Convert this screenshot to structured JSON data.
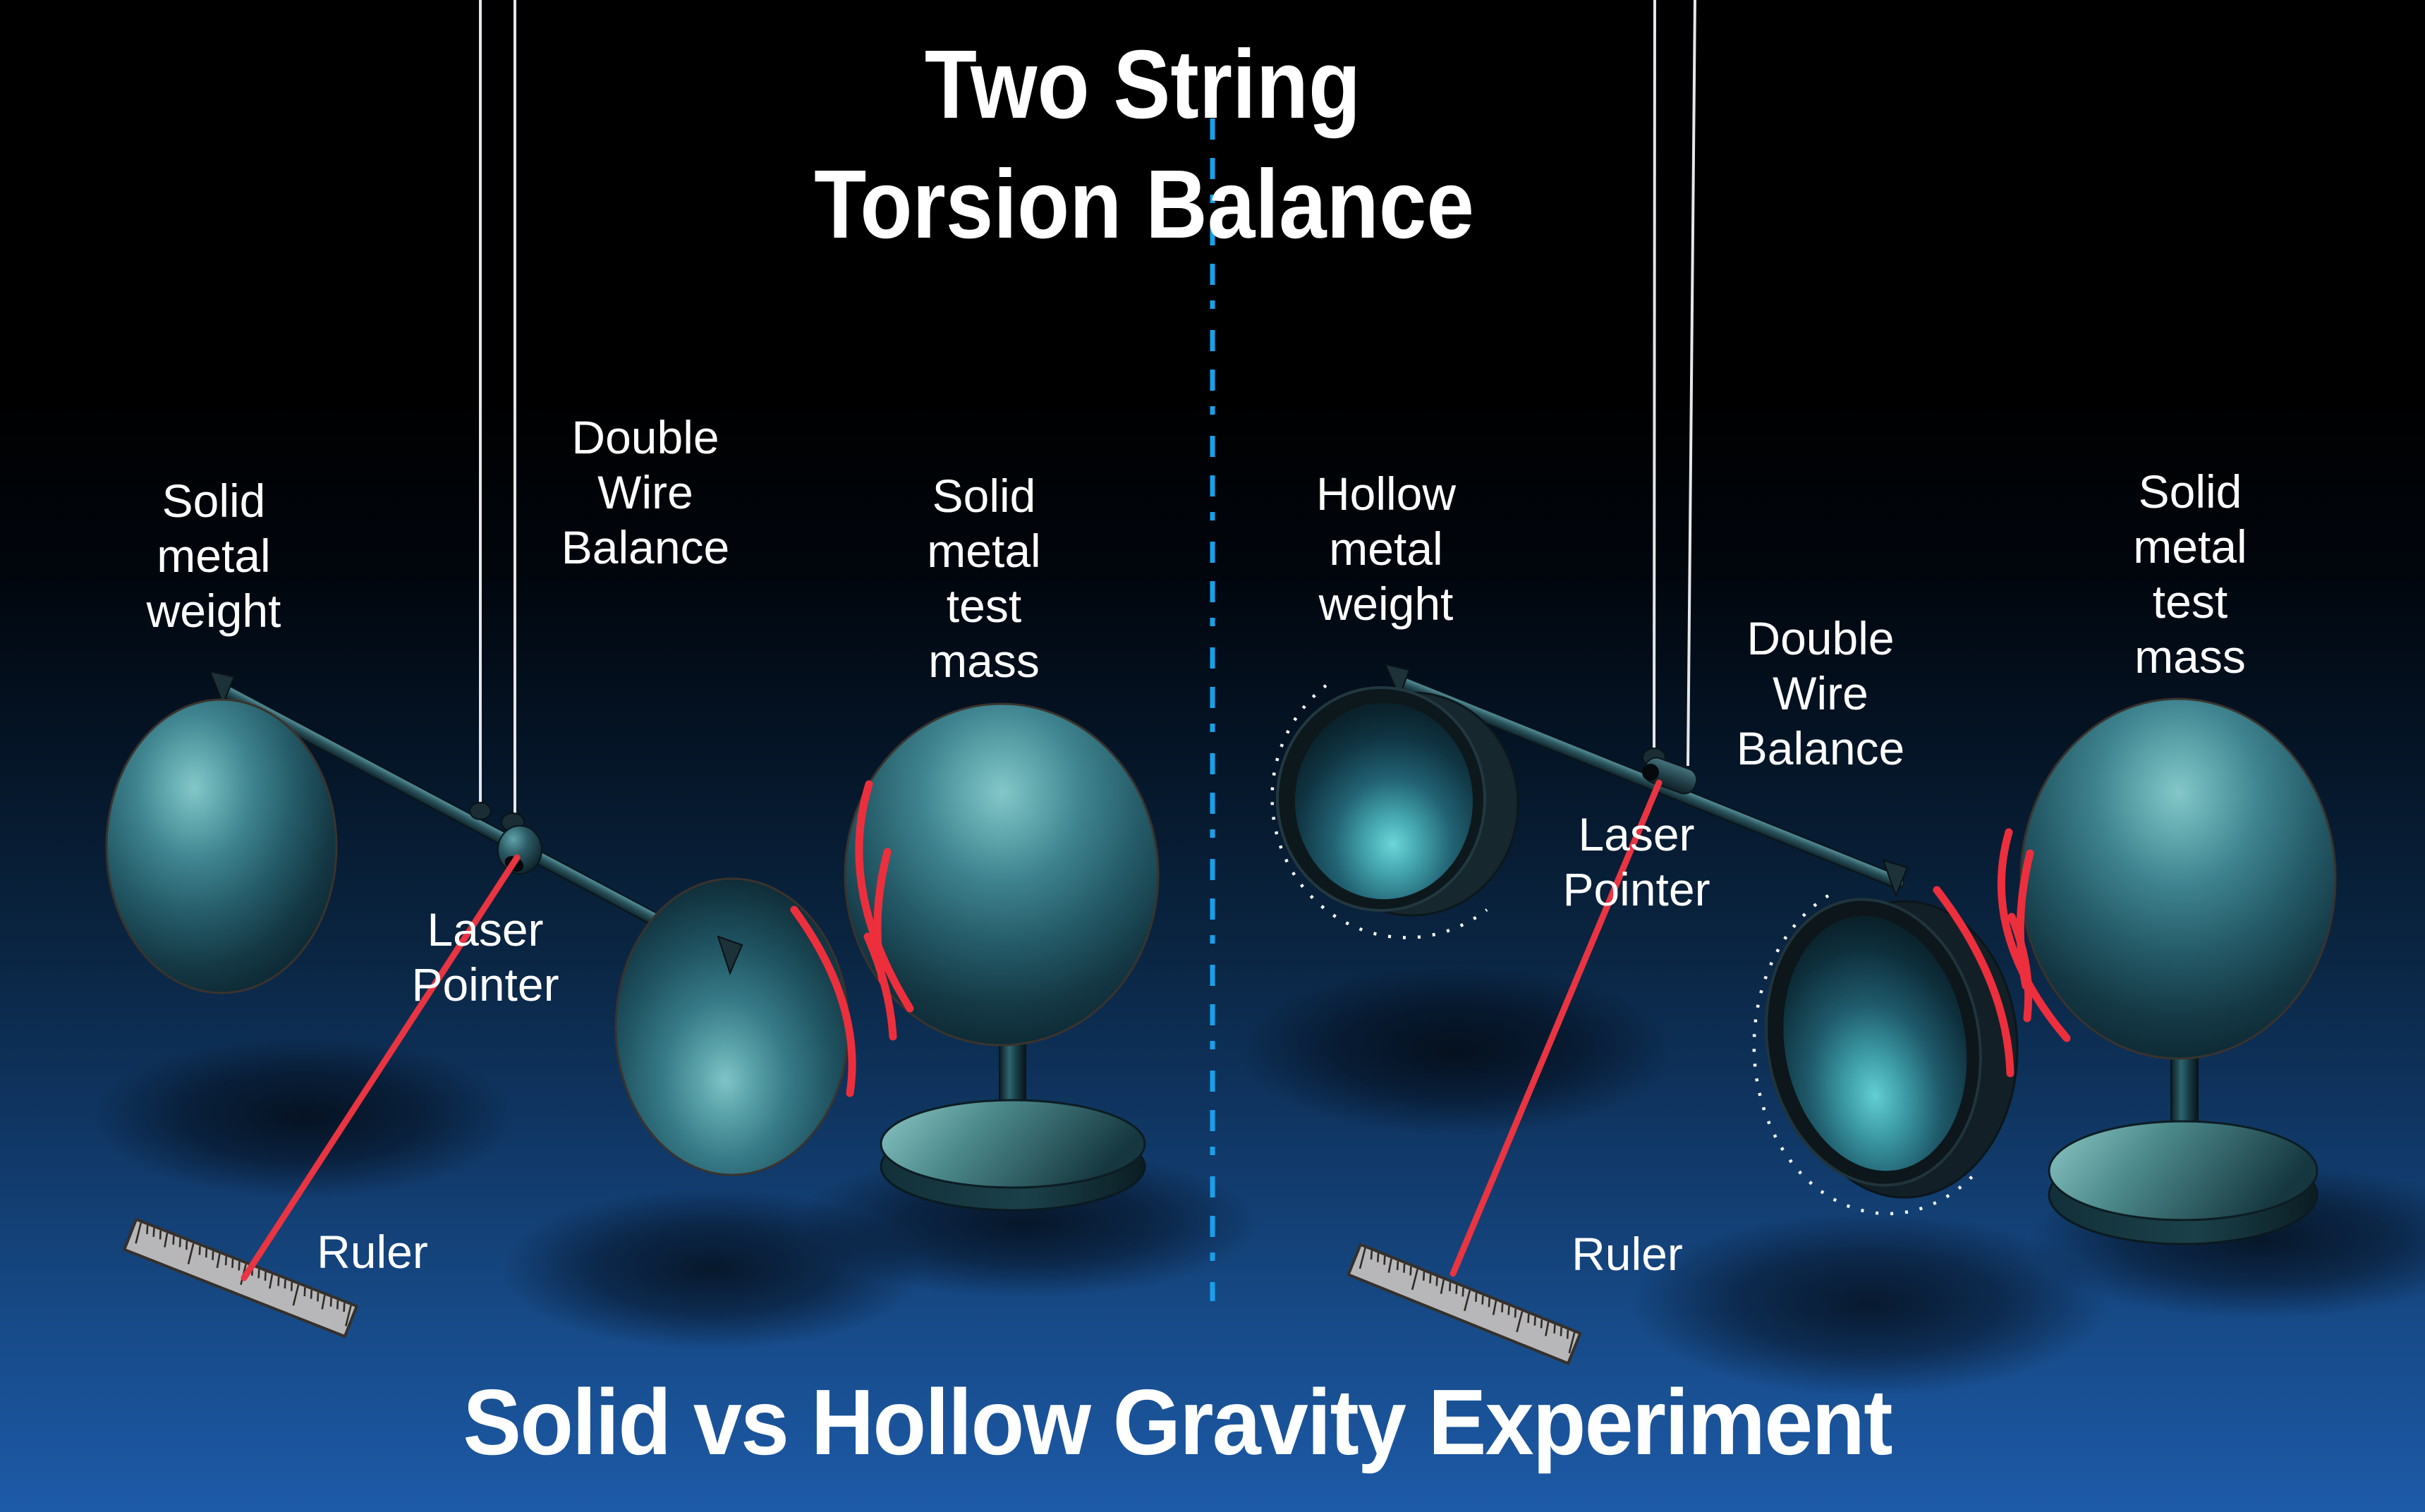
{
  "titles": {
    "top_line1": "Two String",
    "top_line2": "Torsion Balance",
    "bottom": "Solid vs Hollow Gravity Experiment"
  },
  "left_panel": {
    "weight_label": {
      "l1": "Solid",
      "l2": "metal",
      "l3": "weight"
    },
    "balance_label": {
      "l1": "Double",
      "l2": "Wire",
      "l3": "Balance"
    },
    "test_mass_label": {
      "l1": "Solid",
      "l2": "metal",
      "l3": "test",
      "l4": "mass"
    },
    "laser_label": {
      "l1": "Laser",
      "l2": "Pointer"
    },
    "ruler_label": "Ruler"
  },
  "right_panel": {
    "weight_label": {
      "l1": "Hollow",
      "l2": "metal",
      "l3": "weight"
    },
    "balance_label": {
      "l1": "Double",
      "l2": "Wire",
      "l3": "Balance"
    },
    "test_mass_label": {
      "l1": "Solid",
      "l2": "metal",
      "l3": "test",
      "l4": "mass"
    },
    "laser_label": {
      "l1": "Laser",
      "l2": "Pointer"
    },
    "ruler_label": "Ruler"
  },
  "colors": {
    "laser_red": "#e93442",
    "attraction_arc_red": "#ed2f3d",
    "divider_blue": "#18a0ea",
    "wire_white": "#e4e7ea",
    "sphere_teal_highlight": "#84c7c9",
    "sphere_teal_dark": "#0b2430",
    "ruler_gray": "#b7b7ba",
    "background_top": "#000000",
    "background_bottom": "#1d5aa8",
    "text_white": "#ffffff"
  }
}
